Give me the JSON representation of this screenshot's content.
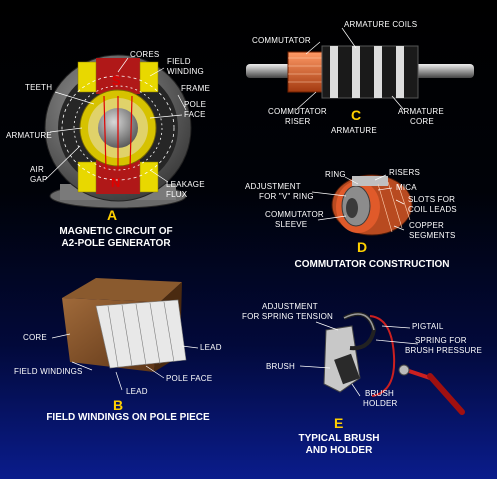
{
  "figure_a": {
    "letter": "A",
    "caption_line1": "MAGNETIC CIRCUIT OF",
    "caption_line2": "A2-POLE GENERATOR",
    "north": "N",
    "south": "S",
    "labels": {
      "cores": "CORES",
      "field_winding_1": "FIELD",
      "field_winding_2": "WINDING",
      "teeth": "TEETH",
      "frame": "FRAME",
      "pole_face_1": "POLE",
      "pole_face_2": "FACE",
      "armature": "ARMATURE",
      "air_gap_1": "AIR",
      "air_gap_2": "GAP",
      "leakage_flux_1": "LEAKAGE",
      "leakage_flux_2": "FLUX"
    }
  },
  "figure_b": {
    "letter": "B",
    "caption": "FIELD WINDINGS ON POLE PIECE",
    "labels": {
      "core": "CORE",
      "lead_right": "LEAD",
      "field_windings": "FIELD WINDINGS",
      "pole_face": "POLE FACE",
      "lead_bottom": "LEAD"
    }
  },
  "figure_c": {
    "letter": "C",
    "caption": "ARMATURE",
    "labels": {
      "commutator": "COMMUTATOR",
      "armature_coils": "ARMATURE COILS",
      "commutator_riser_1": "COMMUTATOR",
      "commutator_riser_2": "RISER",
      "armature_core_1": "ARMATURE",
      "armature_core_2": "CORE"
    }
  },
  "figure_d": {
    "letter": "D",
    "caption": "COMMUTATOR CONSTRUCTION",
    "labels": {
      "ring": "RING",
      "risers": "RISERS",
      "adjustment_1": "ADJUSTMENT",
      "adjustment_2": "FOR \"V\" RING",
      "mica": "MICA",
      "sleeve_1": "COMMUTATOR",
      "sleeve_2": "SLEEVE",
      "slots_1": "SLOTS FOR",
      "slots_2": "COIL LEADS",
      "copper_1": "COPPER",
      "copper_2": "SEGMENTS"
    }
  },
  "figure_e": {
    "letter": "E",
    "caption_line1": "TYPICAL BRUSH",
    "caption_line2": "AND HOLDER",
    "labels": {
      "adjustment_1": "ADJUSTMENT",
      "adjustment_2": "FOR SPRING TENSION",
      "pigtail": "PIGTAIL",
      "spring_1": "SPRING FOR",
      "spring_2": "BRUSH PRESSURE",
      "brush": "BRUSH",
      "holder_1": "BRUSH",
      "holder_2": "HOLDER"
    }
  }
}
